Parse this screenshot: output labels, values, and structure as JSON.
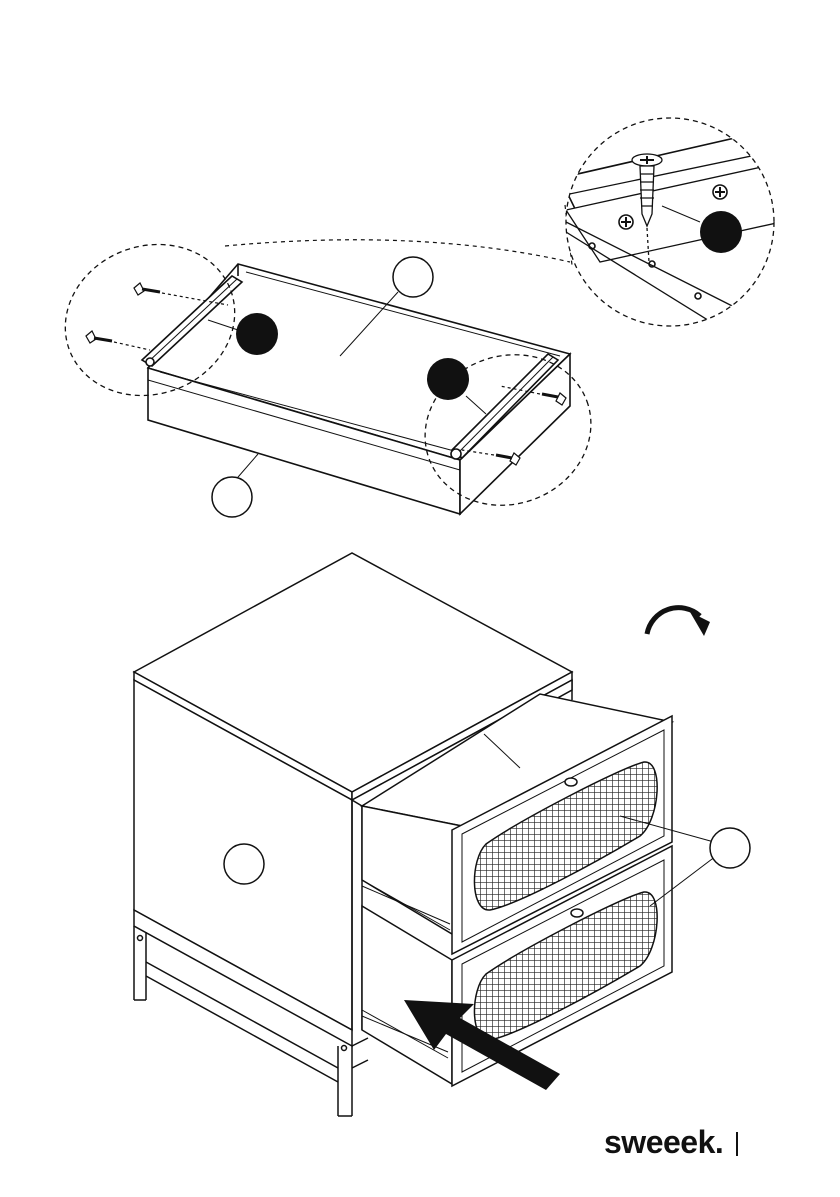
{
  "brand": {
    "name": "sweeek."
  },
  "colors": {
    "ink": "#111111",
    "badge_fill": "#111111",
    "paper": "#ffffff",
    "mesh": "#222222"
  },
  "steps": {
    "top": {
      "callouts": [
        "",
        "",
        ""
      ],
      "badges": [
        "",
        "",
        ""
      ],
      "hardware": [
        "screw",
        "screw",
        "screw",
        "screw",
        "drawer-slide",
        "drawer-slide"
      ]
    },
    "bottom": {
      "callouts": [
        "",
        ""
      ],
      "icons": [
        "rotate-clockwise-icon",
        "insert-arrow-icon"
      ]
    }
  }
}
